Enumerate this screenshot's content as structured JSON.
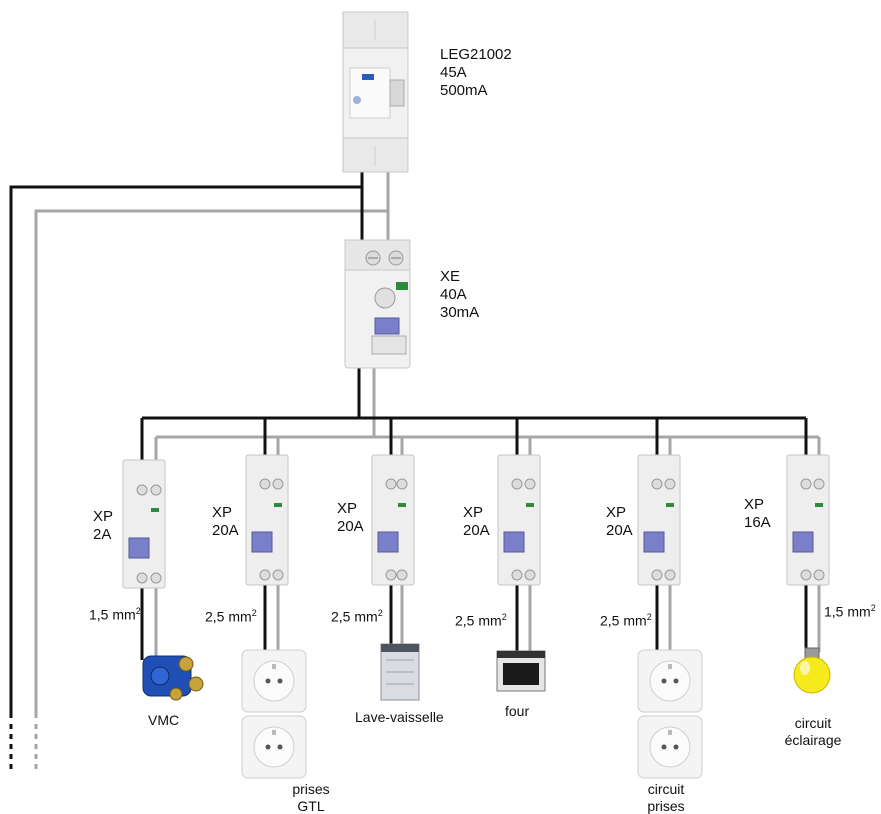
{
  "main_breaker": {
    "ref": "LEG21002",
    "rating": "45A",
    "sensitivity": "500mA"
  },
  "rcd": {
    "ref": "XE",
    "rating": "40A",
    "sensitivity": "30mA"
  },
  "breakers": [
    {
      "ref": "XP",
      "rating": "2A",
      "cable": "1,5 mm",
      "load": "VMC"
    },
    {
      "ref": "XP",
      "rating": "20A",
      "cable": "2,5 mm",
      "load": "prises GTL",
      "load_line1": "prises",
      "load_line2": "GTL"
    },
    {
      "ref": "XP",
      "rating": "20A",
      "cable": "2,5 mm",
      "load": "Lave-vaisselle"
    },
    {
      "ref": "XP",
      "rating": "20A",
      "cable": "2,5 mm",
      "load": "four"
    },
    {
      "ref": "XP",
      "rating": "20A",
      "cable": "2,5 mm",
      "load": "circuit prises",
      "load_line1": "circuit",
      "load_line2": "prises"
    },
    {
      "ref": "XP",
      "rating": "16A",
      "cable": "1,5 mm",
      "load": "circuit éclairage",
      "load_line1": "circuit",
      "load_line2": "éclairage"
    }
  ],
  "cable_unit_exponent": "2",
  "colors": {
    "phase": "#111111",
    "neutral": "#a6a6a6",
    "device_body": "#eeeeee",
    "handle": "#7a7fc9",
    "bulb": "#f4ea1c",
    "vmc": "#1f4fb4"
  }
}
